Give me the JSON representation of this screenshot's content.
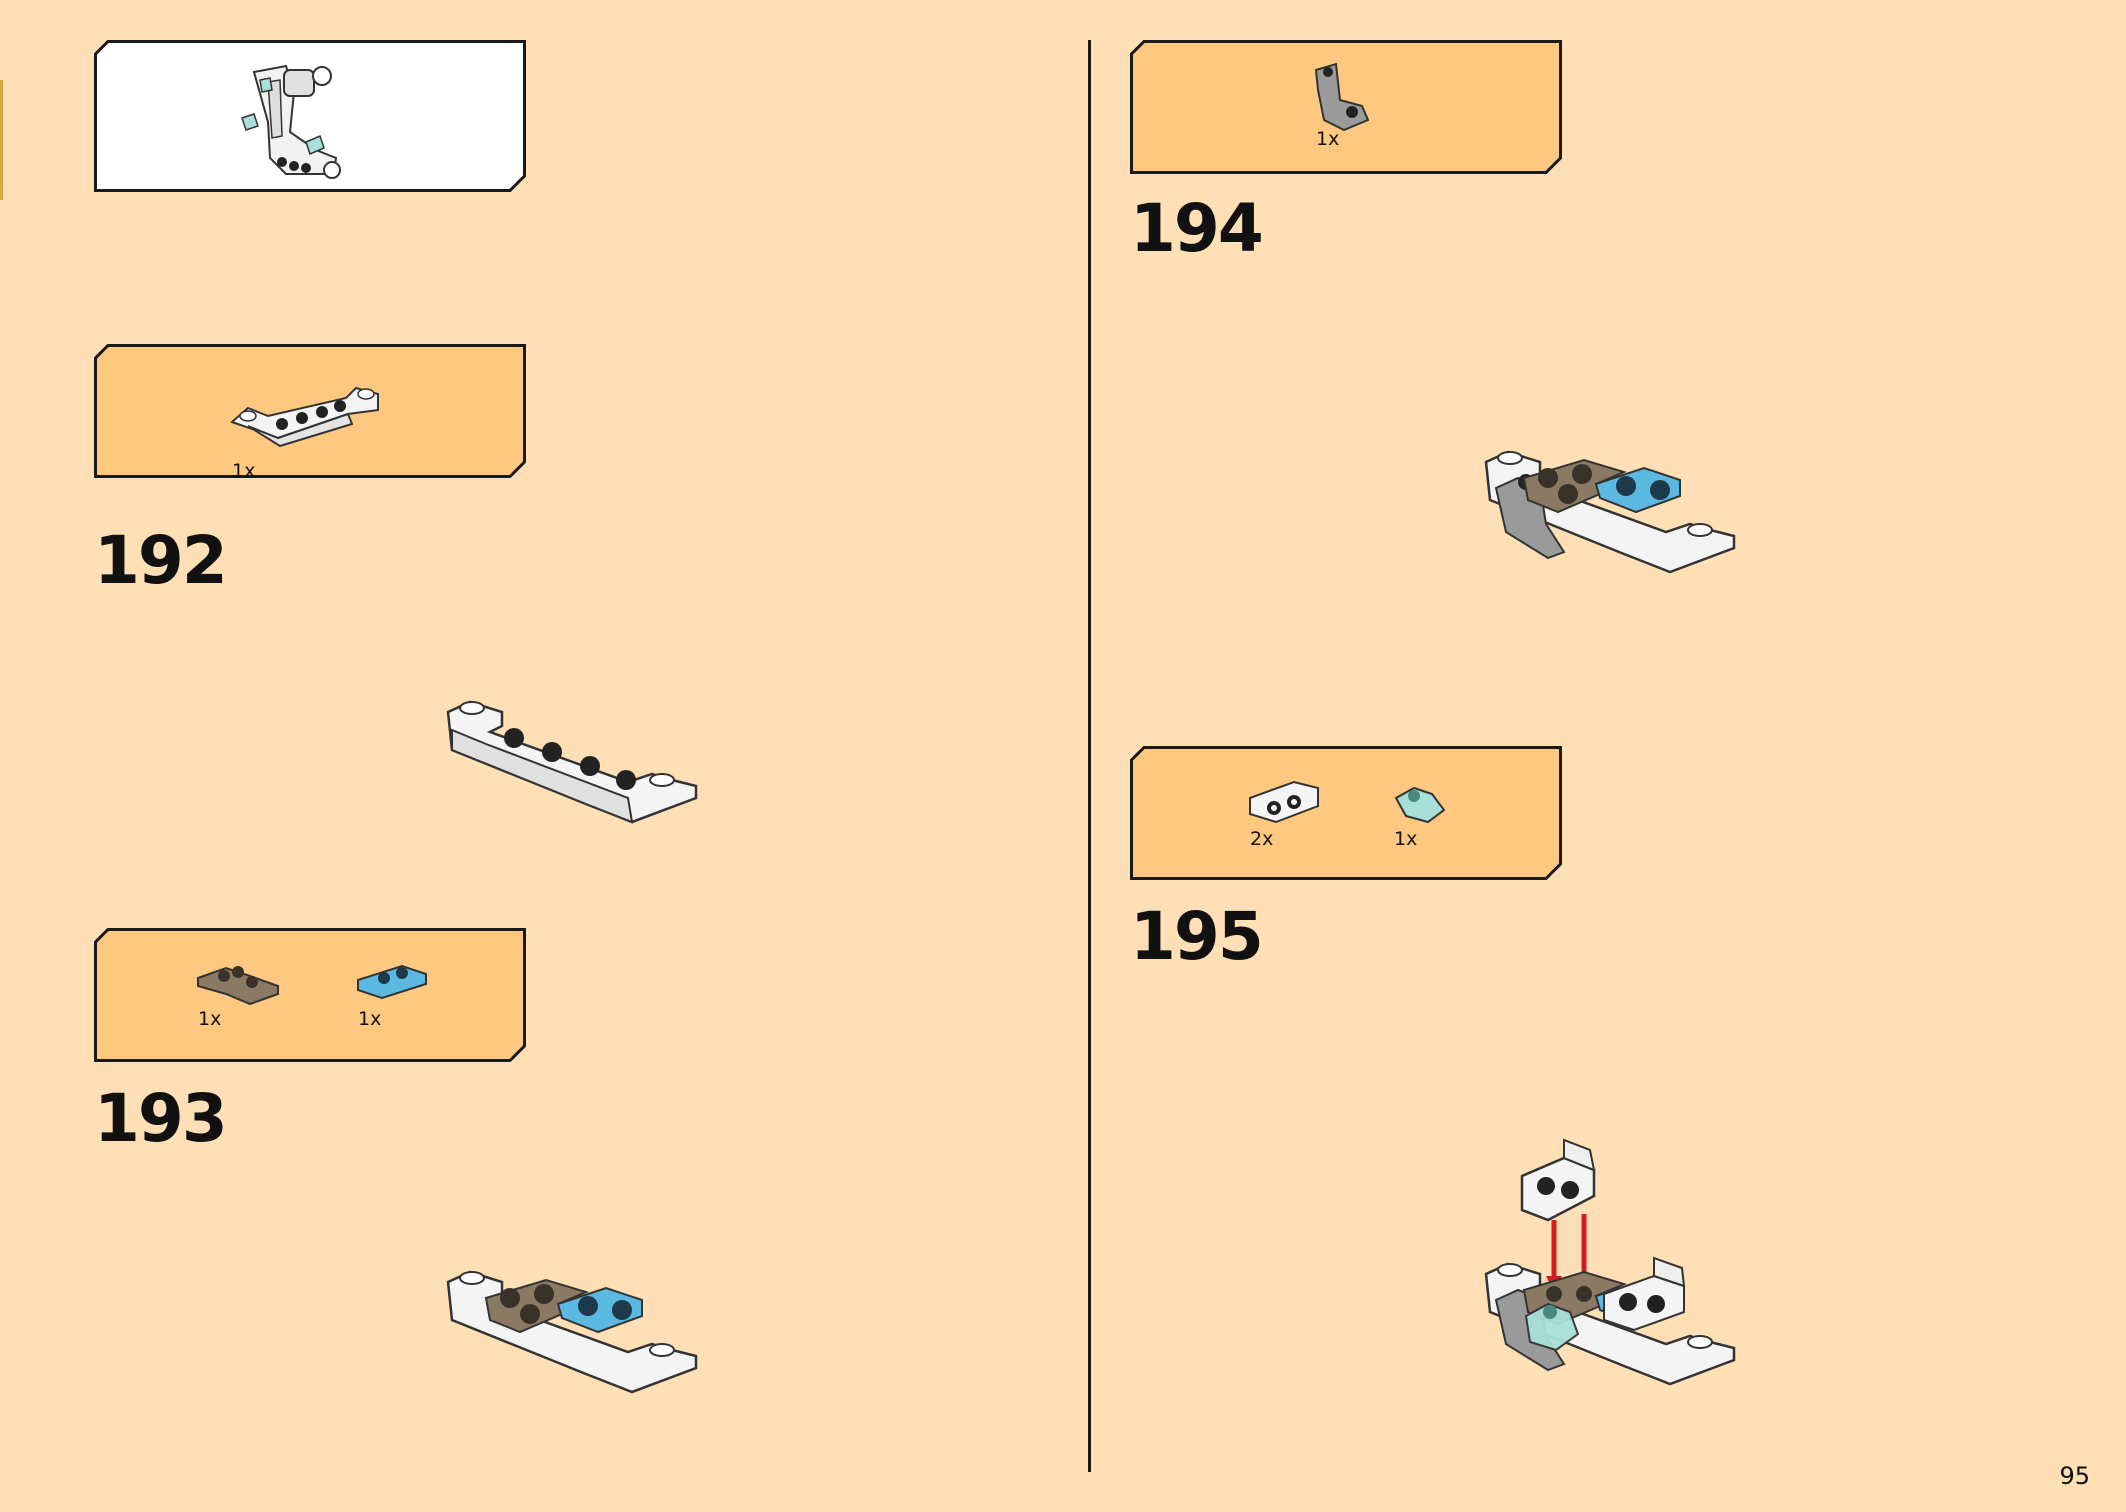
{
  "colors": {
    "page_background": "#FFDFB5",
    "callout_fill": "#FFC880",
    "inset_fill": "#FFFFFF",
    "frame_stroke": "#1A1A1A",
    "arrow_red": "#D21E1E",
    "brick_tan": "#8A7A64",
    "brick_blue": "#5BB8E0",
    "brick_trans": "#A8E0D8",
    "brick_white": "#F4F4F4",
    "brick_gray": "#9A9A9A"
  },
  "page": {
    "number": "95"
  },
  "steps": [
    {
      "number": "192",
      "parts": [
        {
          "icon": "white-inverted-slope-brick-icon",
          "qty": "1x"
        }
      ]
    },
    {
      "number": "193",
      "parts": [
        {
          "icon": "tan-corner-plate-icon",
          "qty": "1x"
        },
        {
          "icon": "blue-plate-icon",
          "qty": "1x"
        }
      ]
    },
    {
      "number": "194",
      "parts": [
        {
          "icon": "gray-bracket-icon",
          "qty": "1x"
        }
      ]
    },
    {
      "number": "195",
      "parts": [
        {
          "icon": "white-bracket-plate-icon",
          "qty": "2x"
        },
        {
          "icon": "trans-light-blue-tooth-icon",
          "qty": "1x"
        }
      ]
    }
  ]
}
